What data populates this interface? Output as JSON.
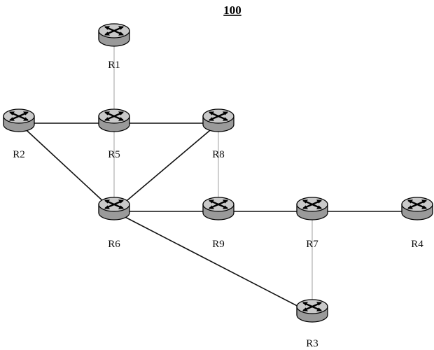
{
  "figure": {
    "label": "100"
  },
  "nodes": [
    {
      "id": "R1",
      "label": "R1"
    },
    {
      "id": "R2",
      "label": "R2"
    },
    {
      "id": "R5",
      "label": "R5"
    },
    {
      "id": "R8",
      "label": "R8"
    },
    {
      "id": "R6",
      "label": "R6"
    },
    {
      "id": "R9",
      "label": "R9"
    },
    {
      "id": "R7",
      "label": "R7"
    },
    {
      "id": "R4",
      "label": "R4"
    },
    {
      "id": "R3",
      "label": "R3"
    }
  ],
  "links": [
    {
      "from": "R1",
      "to": "R5",
      "style": "thin"
    },
    {
      "from": "R2",
      "to": "R5",
      "style": "thick"
    },
    {
      "from": "R5",
      "to": "R8",
      "style": "thick"
    },
    {
      "from": "R2",
      "to": "R6",
      "style": "thick"
    },
    {
      "from": "R5",
      "to": "R6",
      "style": "thin"
    },
    {
      "from": "R8",
      "to": "R6",
      "style": "thick"
    },
    {
      "from": "R8",
      "to": "R9",
      "style": "thin"
    },
    {
      "from": "R6",
      "to": "R9",
      "style": "thick"
    },
    {
      "from": "R9",
      "to": "R7",
      "style": "thick"
    },
    {
      "from": "R7",
      "to": "R4",
      "style": "thick"
    },
    {
      "from": "R7",
      "to": "R3",
      "style": "thin"
    },
    {
      "from": "R6",
      "to": "R3",
      "style": "thick"
    }
  ],
  "icon": "router-icon"
}
